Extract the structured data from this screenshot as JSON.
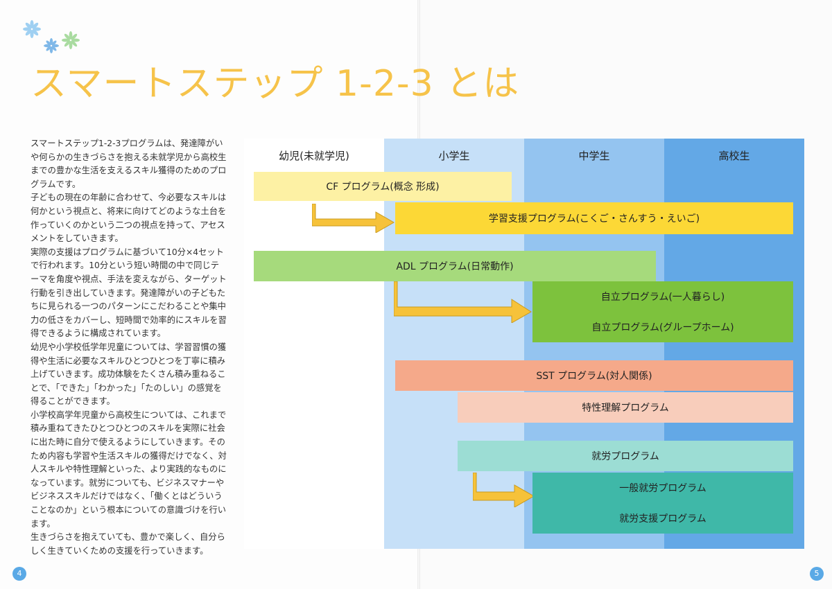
{
  "title": "スマートステップ 1-2-3 とは",
  "paragraphs": [
    "スマートステップ1-2-3プログラムは、発達障がいや何らかの生きづらさを抱える未就学児から高校生までの豊かな生活を支えるスキル獲得のためのプログラムです。",
    "子どもの現在の年齢に合わせて、今必要なスキルは何かという視点と、将来に向けてどのような土台を作っていくのかという二つの視点を持って、アセスメントをしていきます。",
    "実際の支援はプログラムに基づいて10分×4セットで行われます。10分という短い時間の中で同じテーマを角度や視点、手法を変えながら、ターゲット行動を引き出していきます。発達障がいの子どもたちに見られる一つのパターンにこだわることや集中力の低さをカバーし、短時間で効率的にスキルを習得できるように構成されています。",
    "幼児や小学校低学年児童については、学習習慣の獲得や生活に必要なスキルひとつひとつを丁寧に積み上げていきます。成功体験をたくさん積み重ねることで、「できた」「わかった」「たのしい」の感覚を得ることができます。",
    "小学校高学年児童から高校生については、これまで積み重ねてきたひとつひとつのスキルを実際に社会に出た時に自分で使えるようにしていきます。そのため内容も学習や生活スキルの獲得だけでなく、対人スキルや特性理解といった、より実践的なものになっています。就労についても、ビジネスマナーやビジネススキルだけではなく、「働くとはどういうことなのか」という根本についての意識づけを行います。",
    "生きづらさを抱えていても、豊かで楽しく、自分らしく生きていくための支援を行っていきます。"
  ],
  "page_numbers": {
    "left": "4",
    "right": "5"
  },
  "columns": [
    {
      "label": "幼児(未就学児)",
      "color": "#ffffff"
    },
    {
      "label": "小学生",
      "color": "#c6e0f8"
    },
    {
      "label": "中学生",
      "color": "#94c4f0"
    },
    {
      "label": "高校生",
      "color": "#63a8e6"
    }
  ],
  "programs": {
    "cf": {
      "label": "CF プログラム(概念 形成)",
      "color": "#fdf1a4"
    },
    "gakushu": {
      "label": "学習支援プログラム(こくご・さんすう・えいご)",
      "color": "#fcd836"
    },
    "adl": {
      "label": "ADL プログラム(日常動作)",
      "color": "#a6da7c"
    },
    "jiritsu1": {
      "label": "自立プログラム(一人暮らし)",
      "color": "#7dc23d"
    },
    "jiritsu2": {
      "label": "自立プログラム(グループホーム)",
      "color": "#7dc23d"
    },
    "sst": {
      "label": "SST プログラム(対人関係)",
      "color": "#f5a98a"
    },
    "tokusei": {
      "label": "特性理解プログラム",
      "color": "#f8cdbb"
    },
    "shuro": {
      "label": "就労プログラム",
      "color": "#9cddd4"
    },
    "ippan": {
      "label": "一般就労プログラム",
      "color": "#3fb8a8"
    },
    "shuro_shien": {
      "label": "就労支援プログラム",
      "color": "#3fb8a8"
    }
  },
  "arrow_color": "#f6c23a"
}
